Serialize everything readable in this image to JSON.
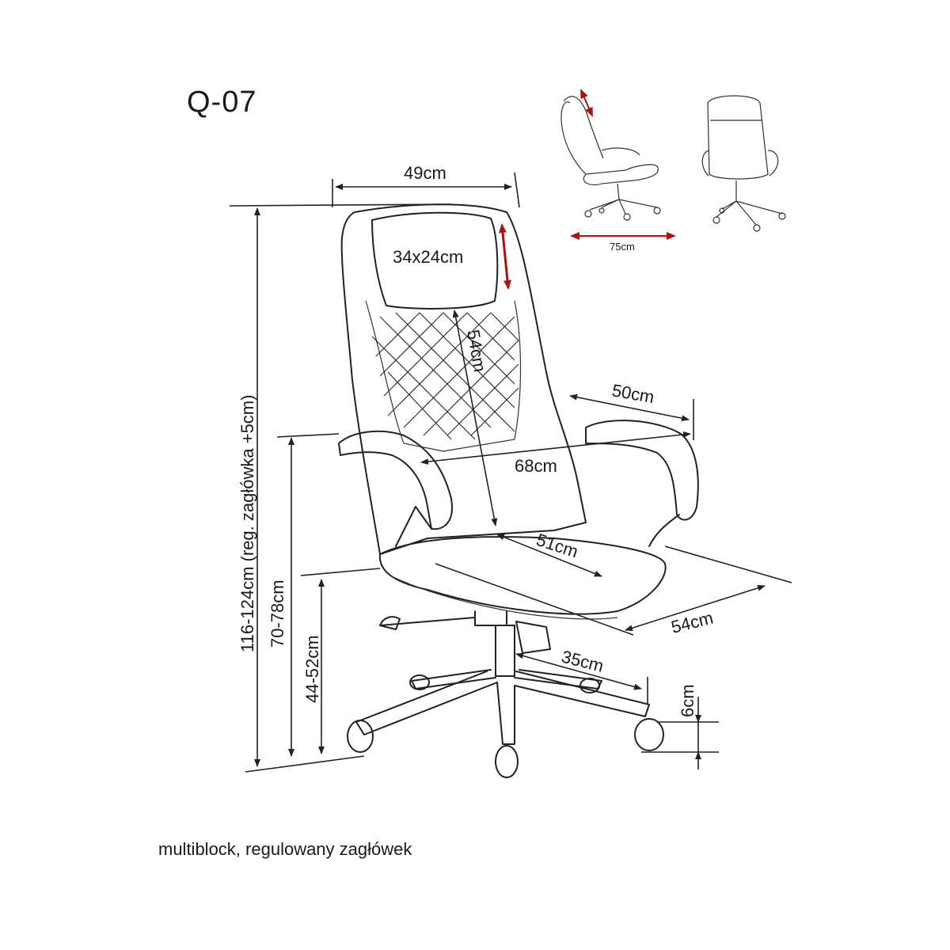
{
  "model": "Q-07",
  "dimensions": {
    "backrest_width": "49cm",
    "headrest_size": "34x24cm",
    "backrest_height": "54cm",
    "armrest_depth": "50cm",
    "width_total": "68cm",
    "seat_depth": "51cm",
    "seat_width": "54cm",
    "base_radius": "35cm",
    "wheel_height": "6cm",
    "total_height": "116-124cm (reg. zagłówka +5cm)",
    "armrest_height": "70-78cm",
    "seat_height": "44-52cm",
    "recline_depth": "75cm"
  },
  "caption": "multiblock, regulowany zagłówek",
  "colors": {
    "line": "#222222",
    "adjust_arrow": "#b01010"
  }
}
